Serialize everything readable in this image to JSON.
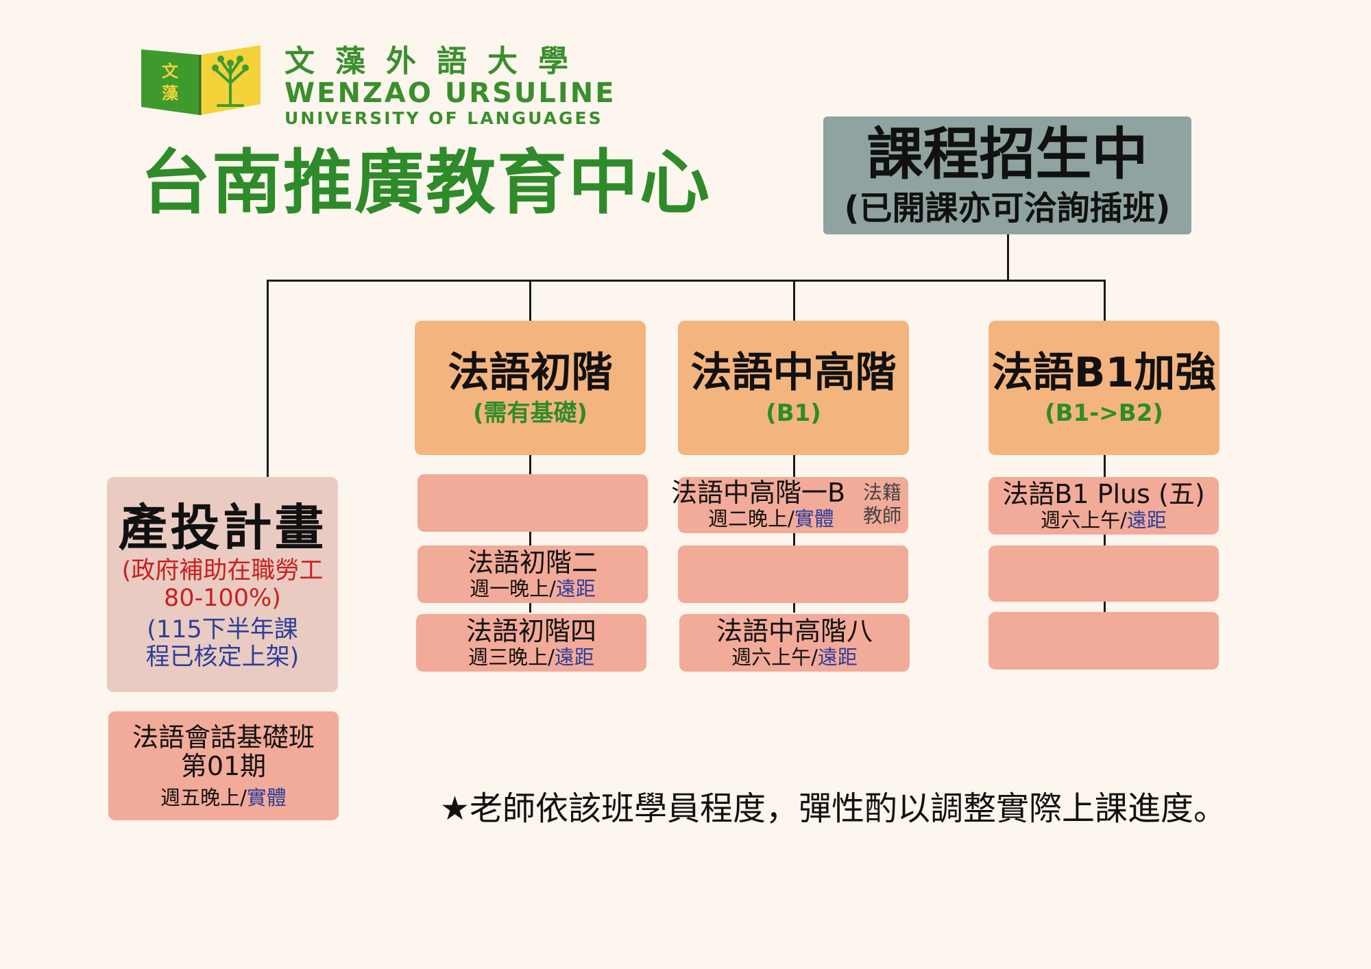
{
  "logo": {
    "book_left": "文藻",
    "cn": "文藻外語大學",
    "en_line1": "WENZAO URSULINE",
    "en_line2": "UNIVERSITY OF LANGUAGES"
  },
  "main_title": "台南推廣教育中心",
  "top_box": {
    "title": "課程招生中",
    "subtitle": "(已開課亦可洽詢插班)"
  },
  "project": {
    "title": "產投計畫",
    "subsidy": "(政府補助在職勞工80-100%)",
    "approved": "(115下半年課程已核定上架)",
    "course": {
      "name1": "法語會話基礎班",
      "name2": "第01期",
      "schedule": "週五晚上/",
      "mode": "實體"
    }
  },
  "levels": [
    {
      "title": "法語初階",
      "subtitle": "(需有基礎)",
      "courses": [
        {
          "name": "",
          "schedule": "",
          "mode": ""
        },
        {
          "name": "法語初階二",
          "schedule": "週一晚上/",
          "mode": "遠距"
        },
        {
          "name": "法語初階四",
          "schedule": "週三晚上/",
          "mode": "遠距"
        }
      ]
    },
    {
      "title": "法語中高階",
      "subtitle": "(B1)",
      "courses": [
        {
          "name": "法語中高階一B",
          "schedule": "週二晚上/",
          "mode": "實體",
          "tag1": "法籍",
          "tag2": "教師"
        },
        {
          "name": "",
          "schedule": "",
          "mode": ""
        },
        {
          "name": "法語中高階八",
          "schedule": "週六上午/",
          "mode": "遠距"
        }
      ]
    },
    {
      "title": "法語B1加強",
      "subtitle": "(B1->B2)",
      "courses": [
        {
          "name": "法語B1 Plus (五)",
          "schedule": "週六上午/",
          "mode": "遠距"
        },
        {
          "name": "",
          "schedule": "",
          "mode": ""
        },
        {
          "name": "",
          "schedule": "",
          "mode": ""
        }
      ]
    }
  ],
  "note": "★老師依該班學員程度，彈性酌以調整實際上課進度。",
  "colors": {
    "background": "#fdf6ee",
    "brand_green": "#2e8b2a",
    "header_box": "#8fa3a0",
    "level_box": "#f4b47e",
    "course_box": "#f2aa99",
    "project_box": "#eacbc2",
    "subsidy_red": "#c8201f",
    "remote_blue": "#2c3f9a"
  }
}
